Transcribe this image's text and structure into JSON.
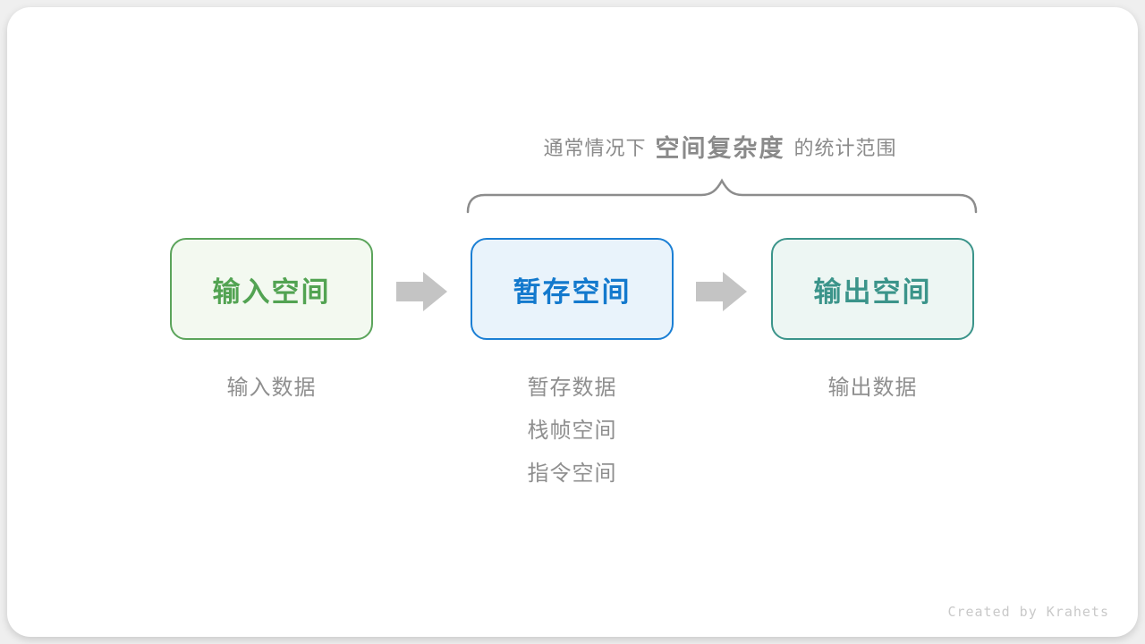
{
  "annotation": {
    "prefix": "通常情况下",
    "highlight": "空间复杂度",
    "suffix": "的统计范围"
  },
  "boxes": {
    "input": {
      "label": "输入空间"
    },
    "temp": {
      "label": "暂存空间"
    },
    "output": {
      "label": "输出空间"
    }
  },
  "sub_labels": {
    "input": [
      "输入数据"
    ],
    "temp": [
      "暂存数据",
      "栈帧空间",
      "指令空间"
    ],
    "output": [
      "输出数据"
    ]
  },
  "credit": "Created by Krahets",
  "colors": {
    "page_bg": "#efefef",
    "card_bg": "#ffffff",
    "annotation_text": "#8a8a8a",
    "brace_stroke": "#8c8c8c",
    "green_border": "#5ba45b",
    "green_bg": "#f3f9f0",
    "green_text": "#52a352",
    "blue_border": "#1b7fd4",
    "blue_bg": "#e9f3fb",
    "blue_text": "#1379cd",
    "teal_border": "#3b948a",
    "teal_bg": "#edf6f3",
    "teal_text": "#3b948a",
    "arrow_fill": "#c4c4c4",
    "label_text": "#8f8f8f",
    "credit_text": "#c9c9c9"
  }
}
